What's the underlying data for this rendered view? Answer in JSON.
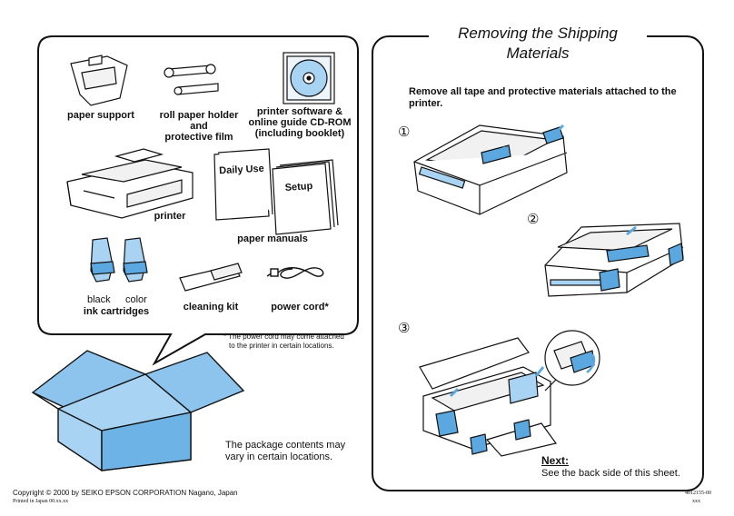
{
  "left_panel": {
    "items": {
      "paper_support": "paper support",
      "roll_paper_holder": "roll paper holder",
      "roll_paper_and": "and",
      "protective_film": "protective film",
      "printer_software_1": "printer software &",
      "printer_software_2": "online guide CD-ROM",
      "printer_software_3": "(including booklet)",
      "printer": "printer",
      "manual_daily_use": "Daily Use",
      "manual_setup": "Setup",
      "paper_manuals": "paper manuals",
      "black": "black",
      "color": "color",
      "ink_cartridges": "ink cartridges",
      "cleaning_kit": "cleaning kit",
      "power_cord": "power cord*"
    },
    "footnote_1": "* The power cord may come attached",
    "footnote_2": "to the printer in certain locations.",
    "package_note_1": "The package contents may",
    "package_note_2": "vary in certain locations."
  },
  "right_panel": {
    "title_1": "Removing the Shipping",
    "title_2": "Materials",
    "instruction_1": "Remove all tape and protective materials attached to the",
    "instruction_2": "printer.",
    "steps": [
      "①",
      "②",
      "③"
    ],
    "next_label": "Next:",
    "next_text": "See the back side of this sheet."
  },
  "footer": {
    "copyright": "Copyright © 2000 by SEIKO EPSON CORPORATION Nagano, Japan",
    "printed": "Printed in Japan 00.xx.xx",
    "code": "4012155-00",
    "code2": "xxx"
  },
  "colors": {
    "accent_blue": "#5ba8e0",
    "light_blue": "#a9d3f2"
  }
}
